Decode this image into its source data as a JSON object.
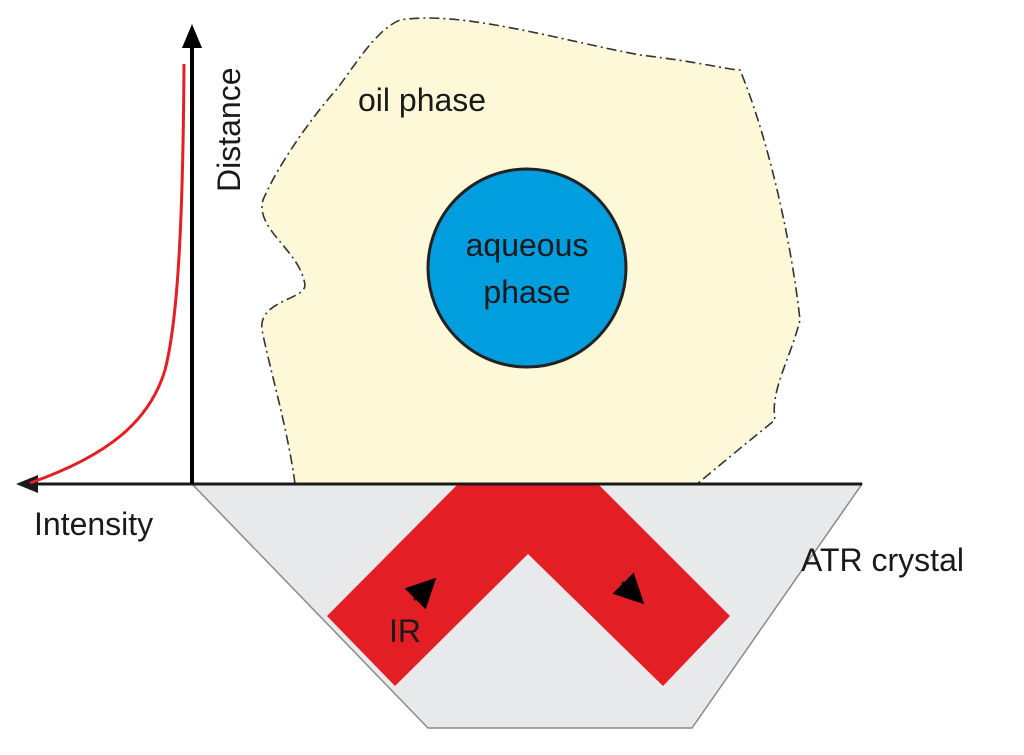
{
  "labels": {
    "oil_phase": "oil phase",
    "aqueous_line1": "aqueous",
    "aqueous_line2": "phase",
    "distance": "Distance",
    "intensity": "Intensity",
    "atr_crystal": "ATR crystal",
    "ir": "IR"
  },
  "colors": {
    "oil_fill": "#fdf8d8",
    "aqueous_fill": "#009edf",
    "crystal_fill": "#e8e9ea",
    "ir_beam": "#e31e24",
    "intensity_curve": "#e31e24",
    "axis": "#000000"
  }
}
